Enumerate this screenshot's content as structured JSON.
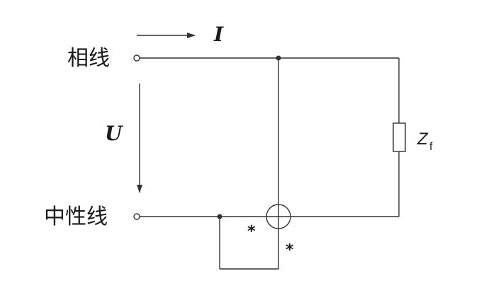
{
  "labels": {
    "phase_line": "相线",
    "neutral_line": "中性线",
    "current": "I",
    "voltage": "U",
    "impedance": "Z",
    "impedance_subscript": "f",
    "polarity_mark": "*"
  },
  "colors": {
    "line": "#333333",
    "text": "#1a1a1a",
    "background": "#ffffff"
  }
}
